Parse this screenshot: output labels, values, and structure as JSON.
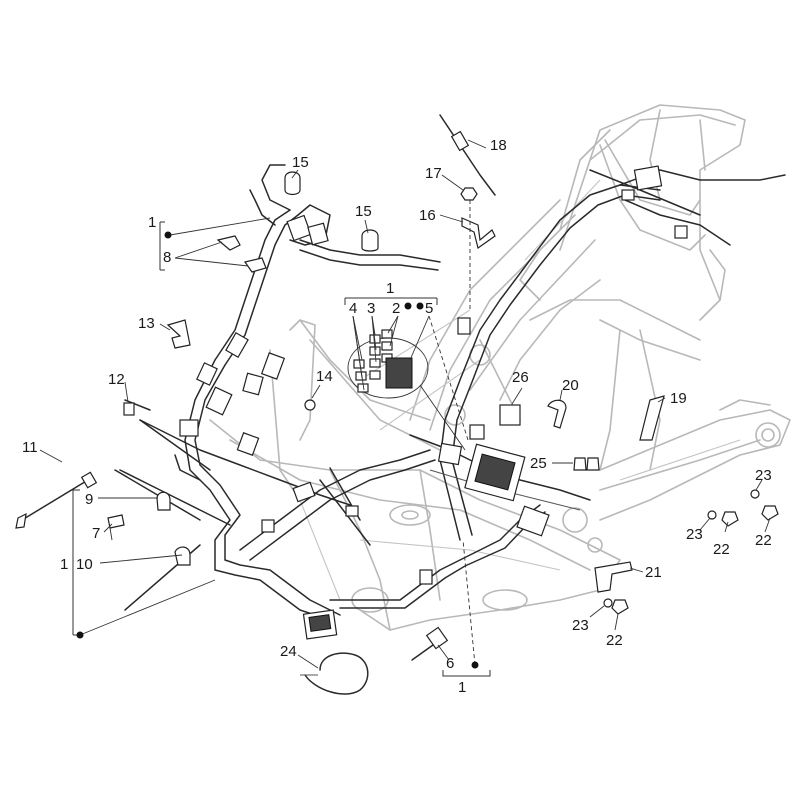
{
  "labels": {
    "l1a": "1",
    "l1b": "1",
    "l1c": "1",
    "l1d": "1",
    "l2": "2",
    "l3": "3",
    "l4": "4",
    "l5": "5",
    "l6": "6",
    "l7": "7",
    "l8": "8",
    "l9": "9",
    "l10": "10",
    "l11": "11",
    "l12": "12",
    "l13": "13",
    "l14": "14",
    "l15a": "15",
    "l15b": "15",
    "l16": "16",
    "l17": "17",
    "l18": "18",
    "l19": "19",
    "l20": "20",
    "l21": "21",
    "l22a": "22",
    "l22b": "22",
    "l22c": "22",
    "l23a": "23",
    "l23b": "23",
    "l23c": "23",
    "l24": "24",
    "l25": "25",
    "l26": "26"
  },
  "colors": {
    "background": "#ffffff",
    "frame_line": "#b8b8b8",
    "harness_line": "#2a2a2a",
    "label_text": "#1a1a1a"
  }
}
